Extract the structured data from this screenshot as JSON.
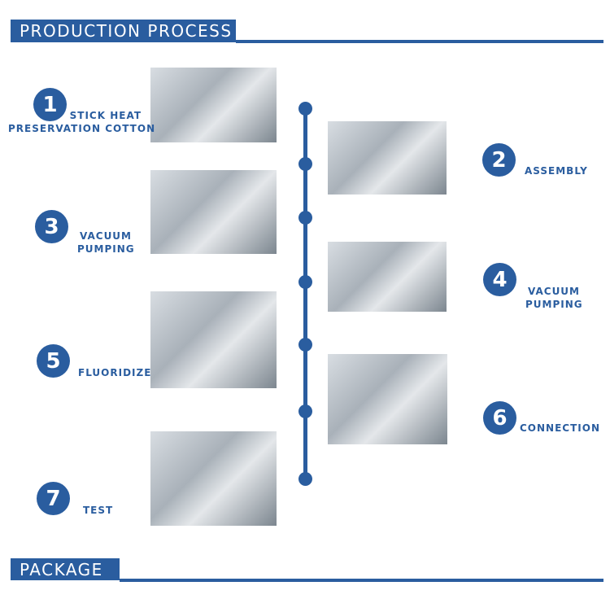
{
  "header": {
    "title": "PRODUCTION PROCESS"
  },
  "steps": [
    {
      "number": "1",
      "label_line1": "STICK HEAT",
      "label_line2": "PRESERVATION COTTON"
    },
    {
      "number": "2",
      "label_line1": "ASSEMBLY"
    },
    {
      "number": "3",
      "label_line1": "VACUUM",
      "label_line2": "PUMPING"
    },
    {
      "number": "4",
      "label_line1": "VACUUM",
      "label_line2": "PUMPING"
    },
    {
      "number": "5",
      "label_line1": "FLUORIDIZE"
    },
    {
      "number": "6",
      "label_line1": "CONNECTION"
    },
    {
      "number": "7",
      "label_line1": "TEST"
    }
  ],
  "footer": {
    "title": "PACKAGE"
  },
  "colors": {
    "accent": "#2a5d9f"
  }
}
